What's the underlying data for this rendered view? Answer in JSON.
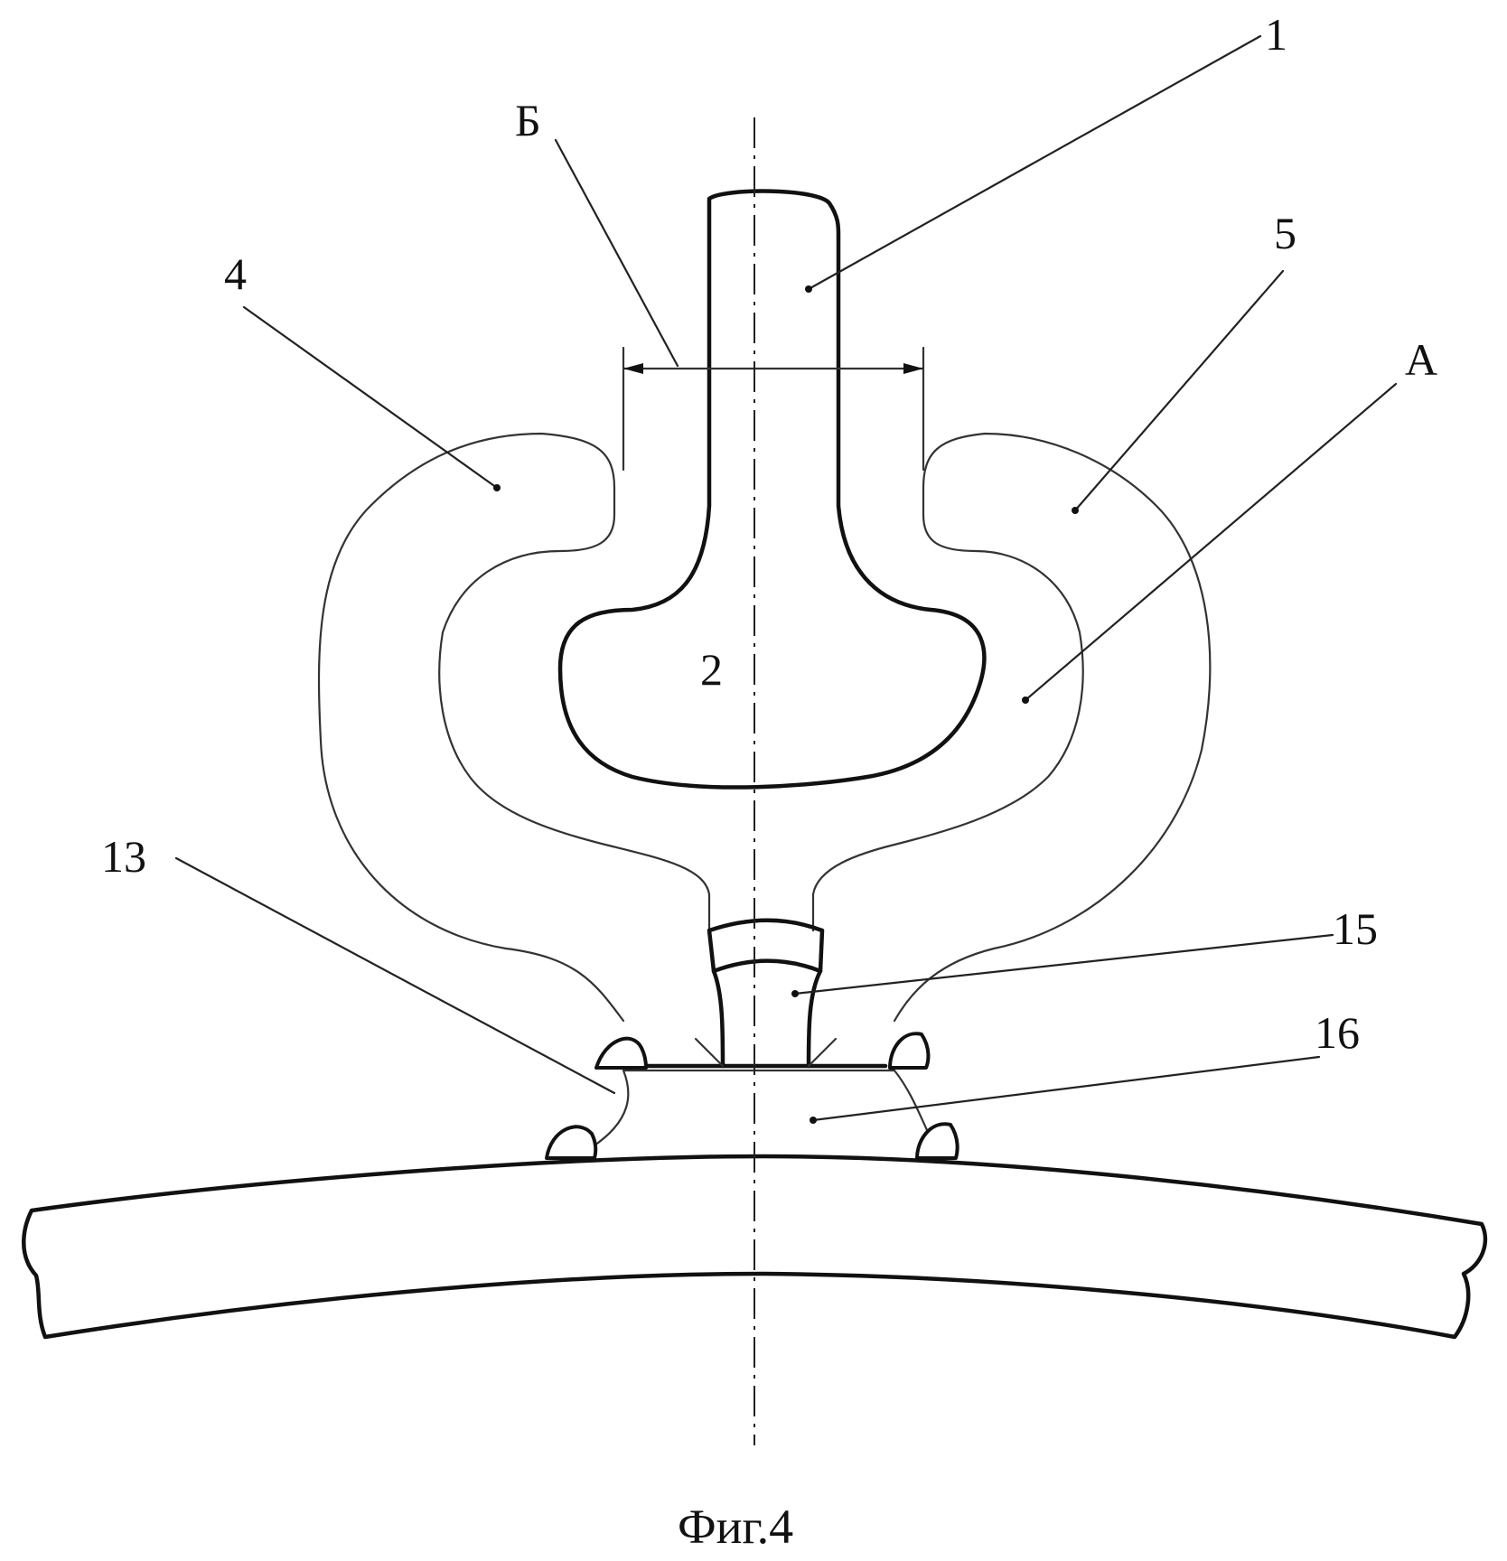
{
  "figure": {
    "caption": "Фиг.4",
    "labels": {
      "l1": "1",
      "l2": "2",
      "l4": "4",
      "l5": "5",
      "l13": "13",
      "l15": "15",
      "l16": "16",
      "lA": "А",
      "lB": "Б"
    }
  }
}
